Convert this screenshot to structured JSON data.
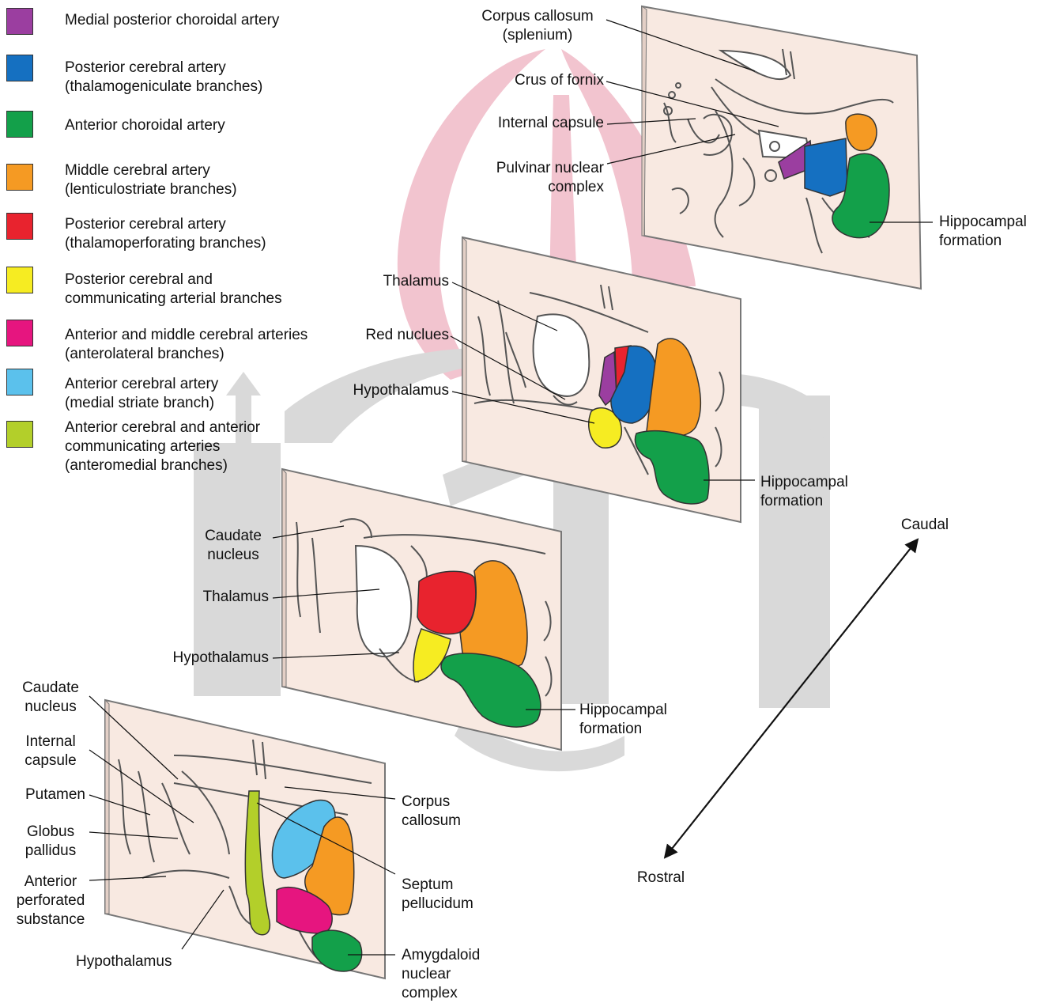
{
  "colors": {
    "purple": "#9b3ea0",
    "blue": "#1570c1",
    "green": "#13a04a",
    "orange": "#f59a23",
    "red": "#e8232e",
    "yellow": "#f6ec22",
    "magenta": "#e6157f",
    "light_blue": "#5bc1ec",
    "lime": "#b3cf2a",
    "slab": "#f8e9e1",
    "pink_band": "#f2c4cf",
    "watermark": "#d9d9d9"
  },
  "legend": [
    {
      "color": "#9b3ea0",
      "label": "Medial posterior choroidal artery"
    },
    {
      "color": "#1570c1",
      "label": "Posterior cerebral artery\n(thalamogeniculate branches)"
    },
    {
      "color": "#13a04a",
      "label": "Anterior choroidal artery"
    },
    {
      "color": "#f59a23",
      "label": "Middle cerebral artery\n(lenticulostriate branches)"
    },
    {
      "color": "#e8232e",
      "label": "Posterior cerebral artery\n(thalamoperforating branches)"
    },
    {
      "color": "#f6ec22",
      "label": "Posterior cerebral and\ncommunicating arterial branches"
    },
    {
      "color": "#e6157f",
      "label": "Anterior and middle cerebral arteries\n(anterolateral branches)"
    },
    {
      "color": "#5bc1ec",
      "label": "Anterior cerebral artery\n(medial striate branch)"
    },
    {
      "color": "#b3cf2a",
      "label": "Anterior cerebral and anterior\ncommunicating arteries\n(anteromedial branches)"
    }
  ],
  "section1": {
    "corpus_callosum": "Corpus callosum\n(splenium)",
    "crus_of_fornix": "Crus of fornix",
    "internal_capsule": "Internal capsule",
    "pulvinar": "Pulvinar nuclear\ncomplex",
    "hippocampal": "Hippocampal\nformation"
  },
  "section2": {
    "thalamus": "Thalamus",
    "red_nucleus": "Red nuclues",
    "hypothalamus": "Hypothalamus",
    "hippocampal": "Hippocampal\nformation"
  },
  "section3": {
    "caudate": "Caudate\nnucleus",
    "thalamus": "Thalamus",
    "hypothalamus": "Hypothalamus",
    "hippocampal": "Hippocampal\nformation"
  },
  "section4": {
    "caudate": "Caudate\nnucleus",
    "internal_capsule": "Internal\ncapsule",
    "putamen": "Putamen",
    "globus_pallidus": "Globus\npallidus",
    "anterior_perforated": "Anterior\nperforated\nsubstance",
    "hypothalamus": "Hypothalamus",
    "corpus_callosum": "Corpus\ncallosum",
    "septum": "Septum\npellucidum",
    "amygdaloid": "Amygdaloid\nnuclear\ncomplex"
  },
  "axis": {
    "caudal": "Caudal",
    "rostral": "Rostral"
  }
}
